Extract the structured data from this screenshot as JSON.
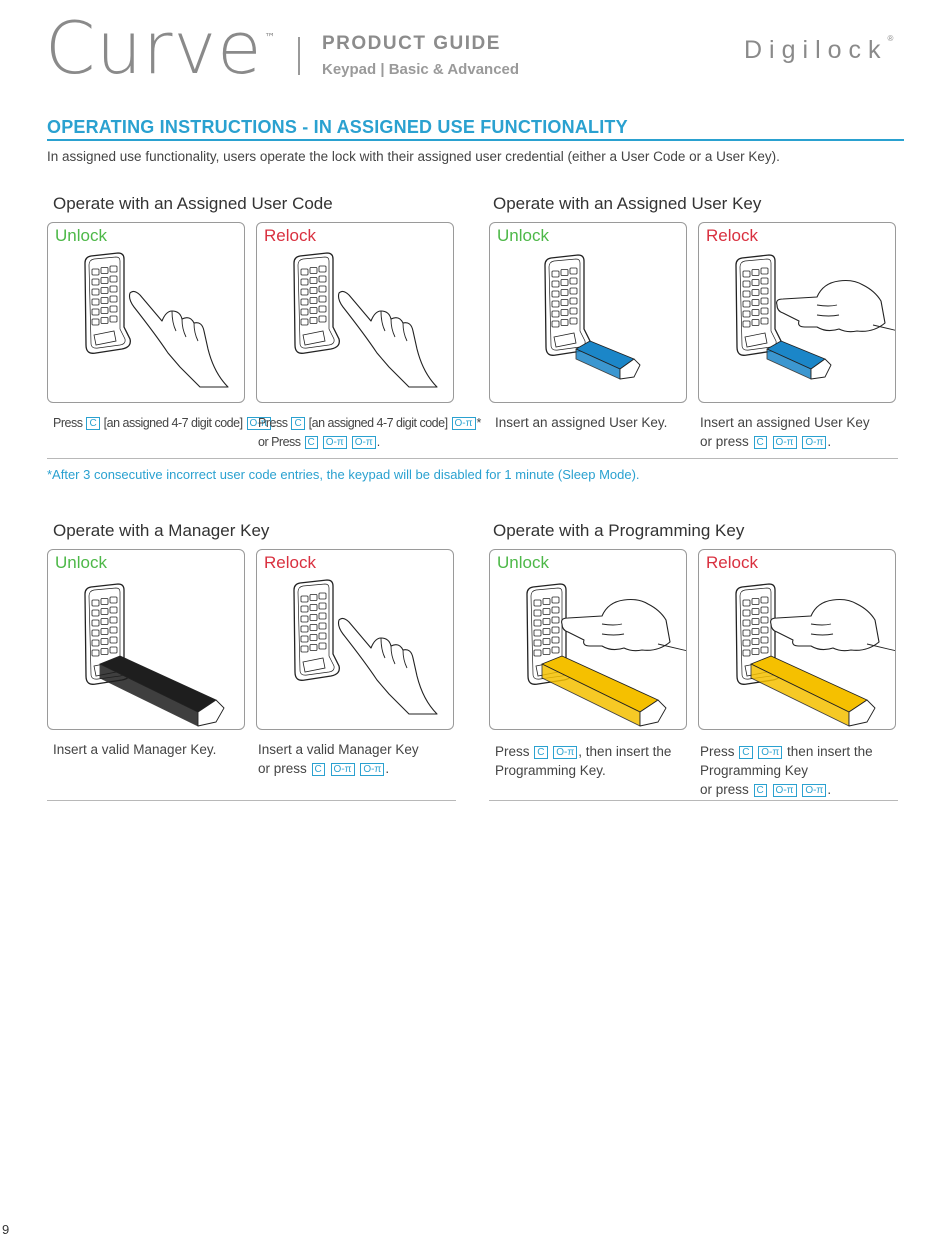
{
  "header": {
    "brand": "Curve",
    "brand_tm": "™",
    "title": "PRODUCT GUIDE",
    "subtitle": "Keypad | Basic & Advanced",
    "company": "Digilock",
    "company_reg": "®"
  },
  "section_title": "OPERATING INSTRUCTIONS - IN ASSIGNED USE FUNCTIONALITY",
  "intro": "In assigned use functionality, users operate the lock with their assigned user credential (either a User Code or a User Key).",
  "labels": {
    "unlock": "Unlock",
    "relock": "Relock"
  },
  "keys": {
    "clear": "C",
    "lock": "O‑π"
  },
  "groups": {
    "user_code": {
      "title": "Operate with an Assigned User Code",
      "unlock_press": "Press",
      "unlock_code": "[an assigned 4-7 digit code]",
      "relock_press": "Press",
      "relock_code": "[an assigned 4-7 digit code]",
      "relock_star": "*",
      "relock_or": "or Press"
    },
    "user_key": {
      "title": "Operate with an Assigned User Key",
      "unlock_caption": "Insert an assigned User Key.",
      "relock_line1": "Insert an assigned User Key",
      "relock_or": "or press"
    },
    "manager_key": {
      "title": "Operate with a Manager Key",
      "unlock_caption": "Insert a valid Manager Key.",
      "relock_line1": "Insert a valid Manager Key",
      "relock_or": "or press"
    },
    "programming_key": {
      "title": "Operate with a Programming Key",
      "unlock_press": "Press",
      "unlock_then": ", then insert the",
      "unlock_line2": "Programming Key.",
      "relock_press": "Press",
      "relock_then": " then insert the",
      "relock_line2": "Programming Key",
      "relock_or": "or press"
    }
  },
  "footnote": "*After 3 consecutive incorrect user code entries, the keypad will be disabled for 1 minute (Sleep Mode).",
  "page_number": "9",
  "key_colors": {
    "user_key": "#1b86c8",
    "manager_key": "#1e1e1e",
    "programming_key": "#f5c000"
  },
  "accent": "#2aa1d0"
}
